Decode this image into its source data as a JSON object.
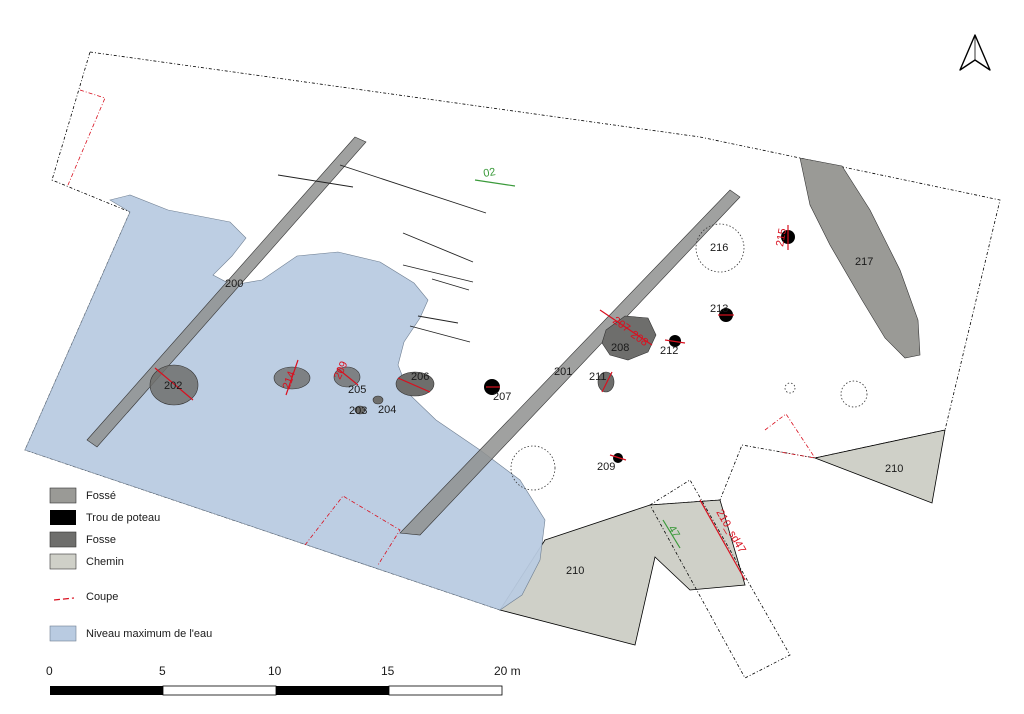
{
  "features": {
    "f200": "200",
    "f201": "201",
    "f202": "202",
    "f203": "203",
    "f204": "204",
    "f205": "205",
    "f206": "206",
    "f207": "207",
    "f208": "208",
    "f209": "209",
    "f210a": "210",
    "f210b": "210",
    "f211": "211",
    "f212": "212",
    "f213": "213",
    "f216": "216",
    "f217": "217"
  },
  "cuts": {
    "c02": "02",
    "c47": "47",
    "c209": "209",
    "c214": "214",
    "c206_215": "215",
    "c207": "207",
    "c208": "208",
    "c210sd": "210_sd47"
  },
  "legend": {
    "fosse_ditch": "Fossé",
    "post_hole": "Trou de poteau",
    "pit": "Fosse",
    "path": "Chemin",
    "section": "Coupe",
    "water": "Niveau maximum de l'eau"
  },
  "scale": {
    "t0": "0",
    "t5": "5",
    "t10": "10",
    "t15": "15",
    "t20": "20 m"
  },
  "north_arrow": "north-arrow-icon",
  "colors": {
    "ditch": "#9a9a96",
    "post": "#000000",
    "pit": "#6e6e6c",
    "path": "#cfd0c8",
    "water": "#b9cbe1",
    "cut": "#d9101f"
  }
}
